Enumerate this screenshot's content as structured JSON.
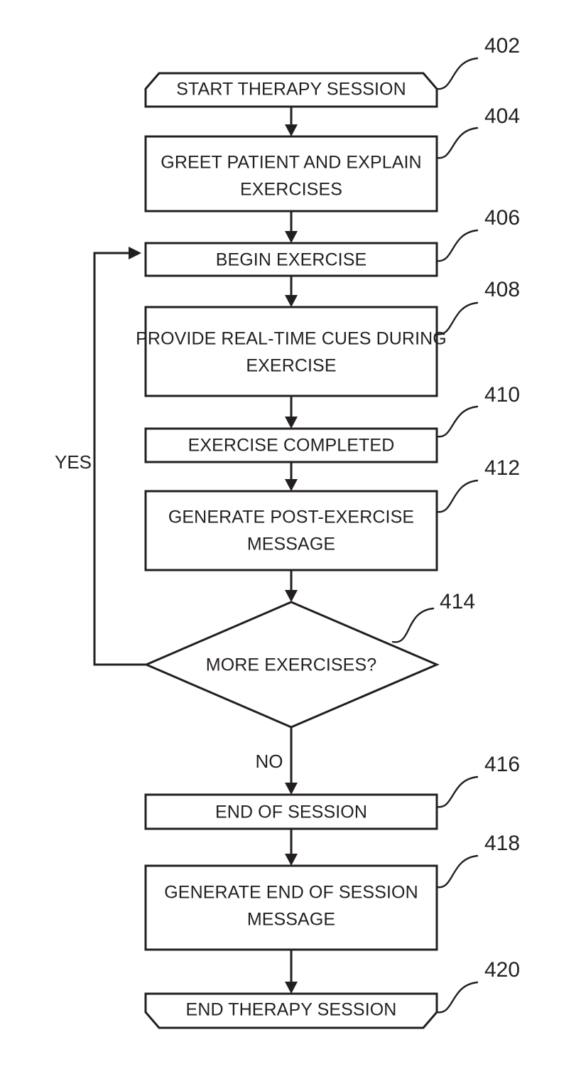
{
  "figure": {
    "type": "flowchart",
    "orientation": "vertical",
    "background_color": "#ffffff",
    "line_color": "#231f20"
  },
  "nodes": [
    {
      "id": "n402",
      "ref": "402",
      "shape": "terminator-top-chamfer",
      "lines": [
        "START THERAPY SESSION"
      ],
      "line1": "START THERAPY SESSION",
      "line2": ""
    },
    {
      "id": "n404",
      "ref": "404",
      "shape": "process",
      "lines": [
        "GREET PATIENT AND EXPLAIN",
        "EXERCISES"
      ],
      "line1": "GREET PATIENT AND EXPLAIN",
      "line2": "EXERCISES"
    },
    {
      "id": "n406",
      "ref": "406",
      "shape": "process",
      "lines": [
        "BEGIN EXERCISE"
      ],
      "line1": "BEGIN EXERCISE",
      "line2": ""
    },
    {
      "id": "n408",
      "ref": "408",
      "shape": "process",
      "lines": [
        "PROVIDE REAL-TIME CUES DURING",
        "EXERCISE"
      ],
      "line1": "PROVIDE REAL-TIME CUES DURING",
      "line2": "EXERCISE"
    },
    {
      "id": "n410",
      "ref": "410",
      "shape": "process",
      "lines": [
        "EXERCISE COMPLETED"
      ],
      "line1": "EXERCISE COMPLETED",
      "line2": ""
    },
    {
      "id": "n412",
      "ref": "412",
      "shape": "process",
      "lines": [
        "GENERATE POST-EXERCISE",
        "MESSAGE"
      ],
      "line1": "GENERATE POST-EXERCISE",
      "line2": "MESSAGE"
    },
    {
      "id": "n414",
      "ref": "414",
      "shape": "decision",
      "lines": [
        "MORE EXERCISES?"
      ],
      "line1": "MORE EXERCISES?",
      "line2": ""
    },
    {
      "id": "n416",
      "ref": "416",
      "shape": "process",
      "lines": [
        "END OF SESSION"
      ],
      "line1": "END OF SESSION",
      "line2": ""
    },
    {
      "id": "n418",
      "ref": "418",
      "shape": "process",
      "lines": [
        "GENERATE END OF SESSION",
        "MESSAGE"
      ],
      "line1": "GENERATE END OF SESSION",
      "line2": "MESSAGE"
    },
    {
      "id": "n420",
      "ref": "420",
      "shape": "terminator-bottom-chamfer",
      "lines": [
        "END THERAPY SESSION"
      ],
      "line1": "END THERAPY SESSION",
      "line2": ""
    }
  ],
  "edge_labels": {
    "yes": "YES",
    "no": "NO"
  },
  "reference_numerals": {
    "r402": "402",
    "r404": "404",
    "r406": "406",
    "r408": "408",
    "r410": "410",
    "r412": "412",
    "r414": "414",
    "r416": "416",
    "r418": "418",
    "r420": "420"
  }
}
